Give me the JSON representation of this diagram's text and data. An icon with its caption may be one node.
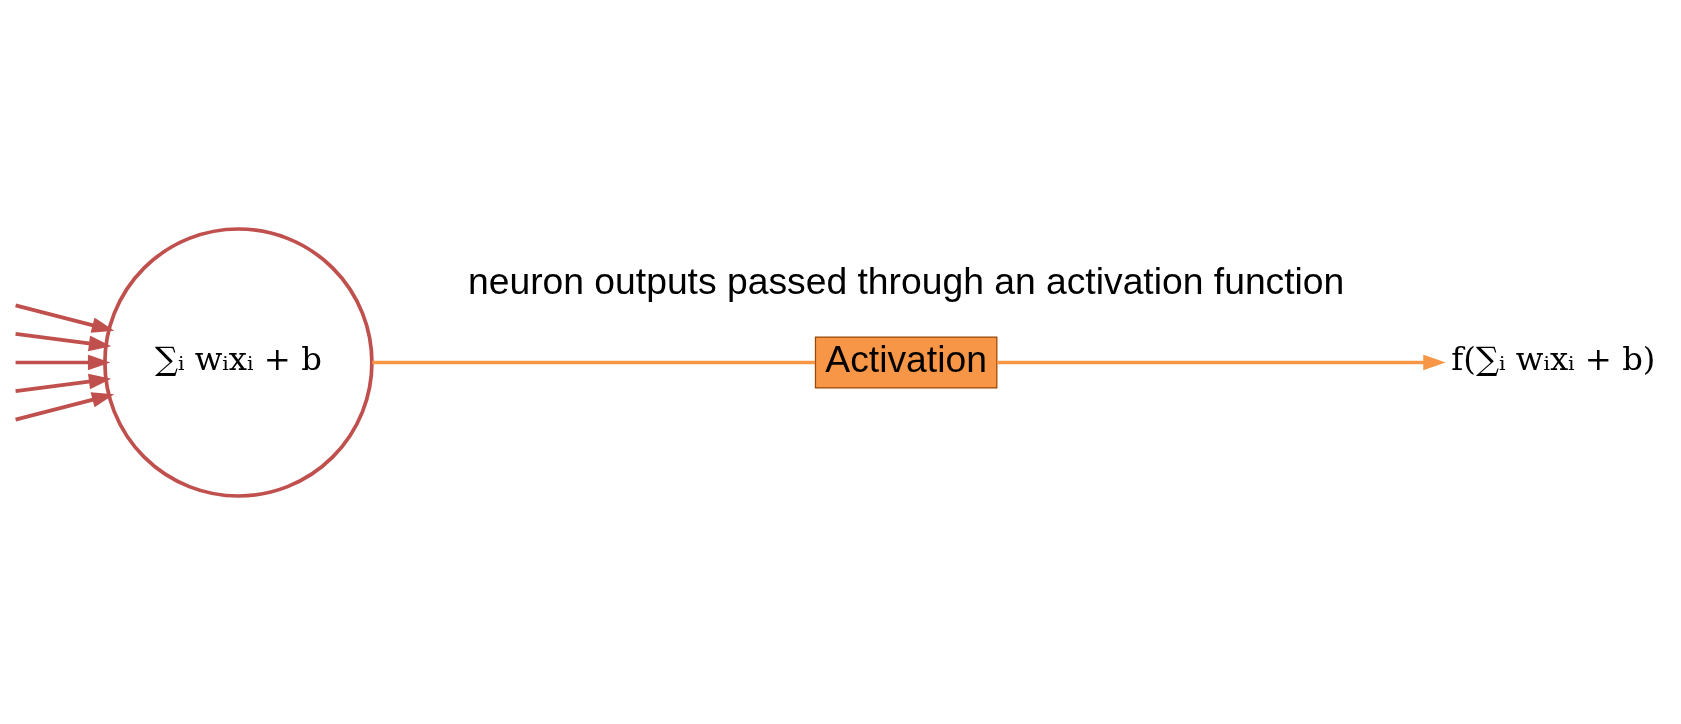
{
  "diagram": {
    "nodes": [
      {
        "text": [
          "∑ᵢ wᵢxᵢ + b"
        ]
      },
      {
        "text": [
          "Activation"
        ]
      },
      {
        "text": [
          "f(∑ᵢ wᵢxᵢ + b)"
        ]
      }
    ],
    "edges": [
      {
        "from": null,
        "to": 0,
        "arrow": "to"
      },
      {
        "from": null,
        "to": 0,
        "arrow": "to"
      },
      {
        "from": null,
        "to": 0,
        "arrow": "to"
      },
      {
        "from": null,
        "to": 0,
        "arrow": "to"
      },
      {
        "from": null,
        "to": 0,
        "arrow": "to"
      },
      {
        "from": 0,
        "to": 1,
        "arrow": "none",
        "color": "#f79646"
      },
      {
        "from": 1,
        "to": 2,
        "arrow": "to",
        "color": "#f79646"
      }
    ],
    "labels": [
      "neuron outputs passed through an activation function"
    ]
  }
}
